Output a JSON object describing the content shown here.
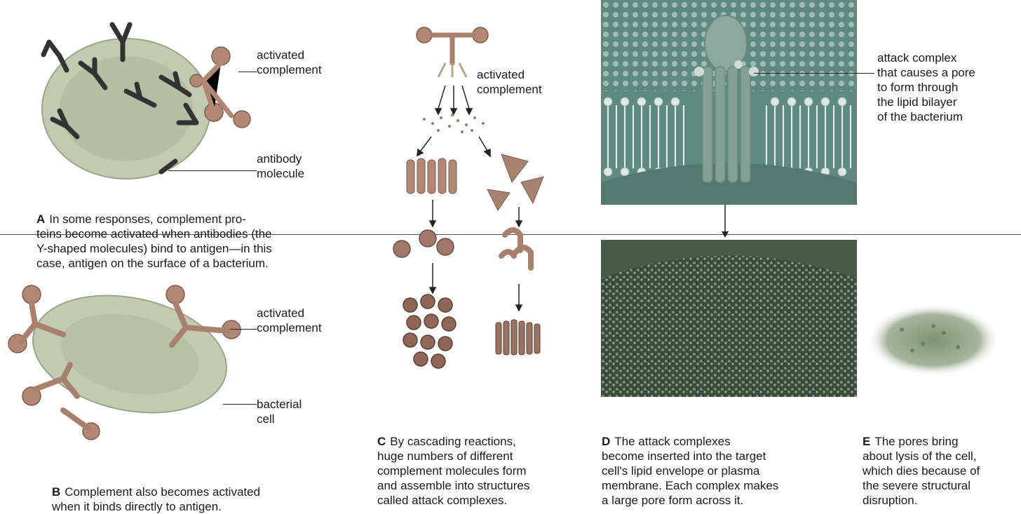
{
  "panel_a": {
    "label_activated": "activated\ncomplement",
    "label_antibody": "antibody\nmolecule",
    "caption_letter": "A",
    "caption": "In some responses, complement pro-\nteins become activated when antibodies (the\nY-shaped molecules) bind to antigen—in this\ncase, antigen on the surface of a bacterium."
  },
  "panel_b": {
    "label_activated": "activated\ncomplement",
    "label_cell": "bacterial\ncell",
    "caption_letter": "B",
    "caption": "Complement also becomes activated\nwhen it binds directly to antigen."
  },
  "panel_c": {
    "label_activated": "activated\ncomplement",
    "caption_letter": "C",
    "caption": "By cascading reactions,\nhuge numbers of different\ncomplement molecules form\nand assemble into structures\ncalled attack complexes."
  },
  "panel_d": {
    "label_attack": "attack complex\nthat causes a pore\nto form through\nthe lipid bilayer\nof the bacterium",
    "caption_letter": "D",
    "caption": "The attack complexes\nbecome inserted into the target\ncell's lipid envelope or plasma\nmembrane. Each complex makes\na large pore form across it."
  },
  "panel_e": {
    "caption_letter": "E",
    "caption": "The pores bring\nabout lysis of the cell,\nwhich dies because of\nthe severe structural\ndisruption."
  },
  "colors": {
    "bacterium": "#b9c3a8",
    "complement": "#a97f6e",
    "antibody": "#3a3a3a",
    "membrane_bg": "#5f8a7f",
    "lysed": "#8b9a80"
  }
}
